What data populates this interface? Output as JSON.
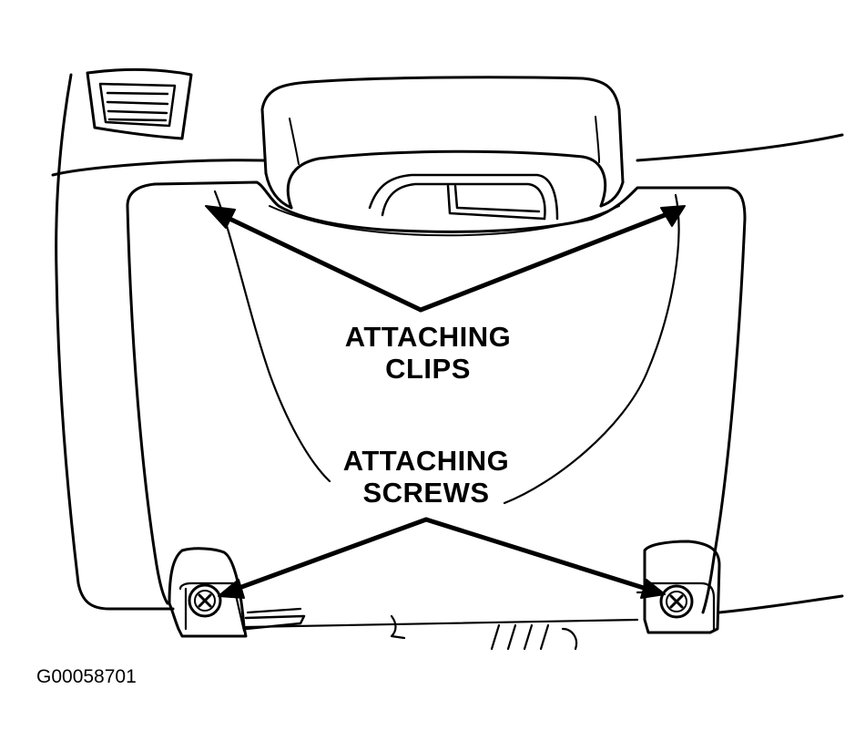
{
  "labels": {
    "clips": {
      "line1": "ATTACHING",
      "line2": "CLIPS"
    },
    "screws": {
      "line1": "ATTACHING",
      "line2": "SCREWS"
    }
  },
  "figure_id": "G00058701",
  "colors": {
    "ink": "#000000",
    "paper": "#ffffff"
  }
}
